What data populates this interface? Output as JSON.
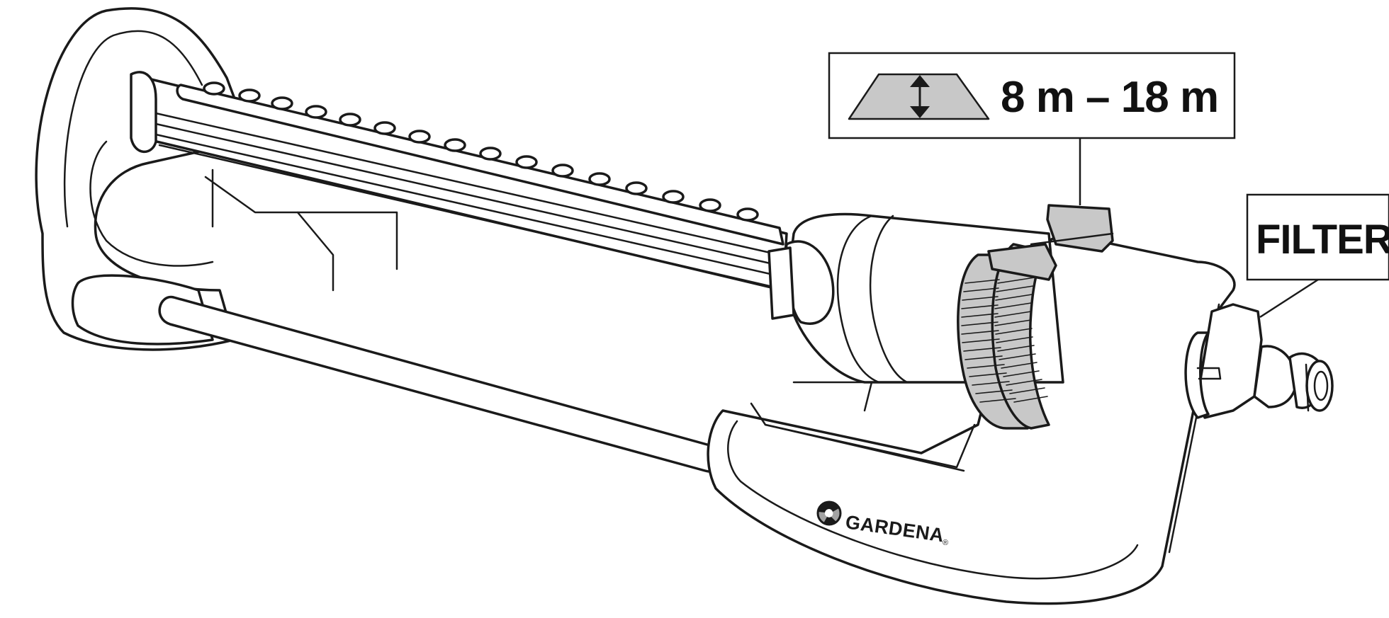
{
  "range_label": "8 m – 18 m",
  "filter_label": "FILTER",
  "brand_label": "GARDENA",
  "brand_mark": "®",
  "icons": {
    "range": "spray-width-trapezoid-icon",
    "brand": "gardena-logo-icon"
  },
  "colors": {
    "line": "#1a1a1a",
    "grey_fill": "#c8c8c8",
    "background": "#ffffff"
  }
}
